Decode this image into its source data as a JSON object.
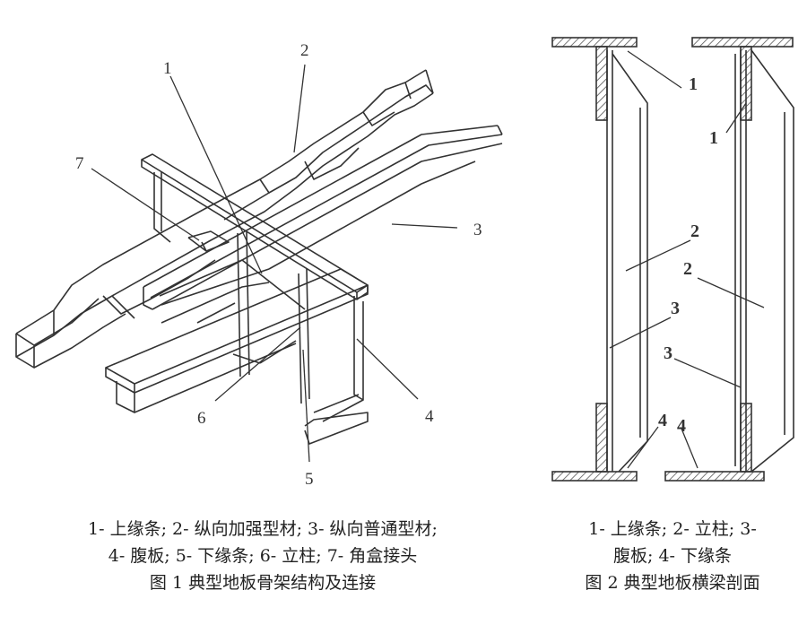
{
  "figure1": {
    "labels": {
      "l1": "1",
      "l2": "2",
      "l3": "3",
      "l4": "4",
      "l5": "5",
      "l6": "6",
      "l7": "7"
    },
    "legend_line1": "1- 上缘条; 2- 纵向加强型材; 3- 纵向普通型材;",
    "legend_line2": "4- 腹板; 5- 下缘条; 6- 立柱; 7- 角盒接头",
    "caption": "图 1 典型地板骨架结构及连接"
  },
  "figure2": {
    "labels": {
      "a1": "1",
      "b1": "1",
      "a2": "2",
      "b2": "2",
      "a3": "3",
      "b3": "3",
      "a4": "4",
      "b4": "4"
    },
    "legend_line1": "1- 上缘条; 2- 立柱; 3-",
    "legend_line2": "腹板; 4- 下缘条",
    "caption": "图 2 典型地板横梁剖面"
  },
  "colors": {
    "line": "#333333",
    "hatch": "#555555"
  }
}
